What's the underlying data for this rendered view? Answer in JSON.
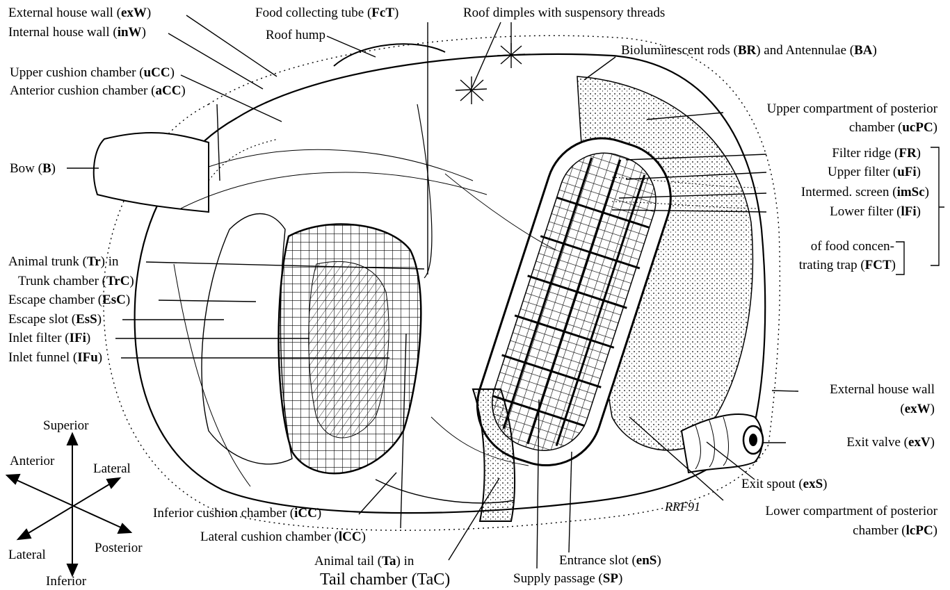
{
  "labels": [
    {
      "id": "exW_top",
      "pre": "External house wall (",
      "code": "exW",
      "post": ")"
    },
    {
      "id": "inW",
      "pre": "Internal house wall (",
      "code": "inW",
      "post": ")"
    },
    {
      "id": "uCC",
      "pre": "Upper cushion chamber (",
      "code": "uCC",
      "post": ")"
    },
    {
      "id": "aCC",
      "pre": "Anterior cushion chamber (",
      "code": "aCC",
      "post": ")"
    },
    {
      "id": "B",
      "pre": "Bow (",
      "code": "B",
      "post": ")"
    },
    {
      "id": "Tr",
      "pre": "Animal trunk (",
      "code": "Tr",
      "post": ") in"
    },
    {
      "id": "TrC",
      "pre": "Trunk chamber (",
      "code": "TrC",
      "post": ")"
    },
    {
      "id": "EsC",
      "pre": "Escape chamber (",
      "code": "EsC",
      "post": ")"
    },
    {
      "id": "EsS",
      "pre": "Escape slot (",
      "code": "EsS",
      "post": ")"
    },
    {
      "id": "IFi",
      "pre": "Inlet filter (",
      "code": "IFi",
      "post": ")"
    },
    {
      "id": "IFu",
      "pre": "Inlet funnel (",
      "code": "IFu",
      "post": ")"
    },
    {
      "id": "FcT",
      "pre": "Food collecting tube (",
      "code": "FcT",
      "post": ")"
    },
    {
      "id": "roof_hump",
      "pre": "Roof hump",
      "code": "",
      "post": ""
    },
    {
      "id": "roof_dimples",
      "pre": "Roof dimples with suspensory threads",
      "code": "",
      "post": ""
    },
    {
      "id": "BR",
      "pre": "Bioluminescent rods (",
      "code": "BR",
      "post": ") and Antennulae (",
      "code2": "BA",
      "post2": ")"
    },
    {
      "id": "ucPC_1",
      "pre": "Upper compartment of posterior",
      "code": "",
      "post": ""
    },
    {
      "id": "ucPC_2",
      "pre": "chamber (",
      "code": "ucPC",
      "post": ")"
    },
    {
      "id": "FR",
      "pre": "Filter ridge (",
      "code": "FR",
      "post": ")"
    },
    {
      "id": "uFi",
      "pre": "Upper filter (",
      "code": "uFi",
      "post": ")"
    },
    {
      "id": "imSc",
      "pre": "Intermed. screen (",
      "code": "imSc",
      "post": ")"
    },
    {
      "id": "lFi",
      "pre": "Lower filter (",
      "code": "lFi",
      "post": ")"
    },
    {
      "id": "FCT_1",
      "pre": "of food concen-",
      "code": "",
      "post": ""
    },
    {
      "id": "FCT_2",
      "pre": "trating trap (",
      "code": "FCT",
      "post": ")"
    },
    {
      "id": "exW_r1",
      "pre": "External house wall",
      "code": "",
      "post": ""
    },
    {
      "id": "exW_r2",
      "pre": "(",
      "code": "exW",
      "post": ")"
    },
    {
      "id": "exV",
      "pre": "Exit valve (",
      "code": "exV",
      "post": ")"
    },
    {
      "id": "exS",
      "pre": "Exit spout (",
      "code": "exS",
      "post": ")"
    },
    {
      "id": "lcPC_1",
      "pre": "Lower compartment of posterior",
      "code": "",
      "post": ""
    },
    {
      "id": "lcPC_2",
      "pre": "chamber (",
      "code": "lcPC",
      "post": ")"
    },
    {
      "id": "iCC",
      "pre": "Inferior cushion chamber (",
      "code": "iCC",
      "post": ")"
    },
    {
      "id": "lCC",
      "pre": "Lateral cushion chamber (",
      "code": "lCC",
      "post": ")"
    },
    {
      "id": "Ta",
      "pre": "Animal tail (",
      "code": "Ta",
      "post": ") in"
    },
    {
      "id": "TaC",
      "pre": "Tail chamber (TaC)",
      "code": "",
      "post": ""
    },
    {
      "id": "enS",
      "pre": "Entrance slot (",
      "code": "enS",
      "post": ")"
    },
    {
      "id": "SP",
      "pre": "Supply passage (",
      "code": "SP",
      "post": ")"
    }
  ],
  "compass": {
    "superior": "Superior",
    "inferior": "Inferior",
    "anterior": "Anterior",
    "posterior": "Posterior",
    "lateral_top": "Lateral",
    "lateral_bottom": "Lateral"
  },
  "signature": "RRF91"
}
